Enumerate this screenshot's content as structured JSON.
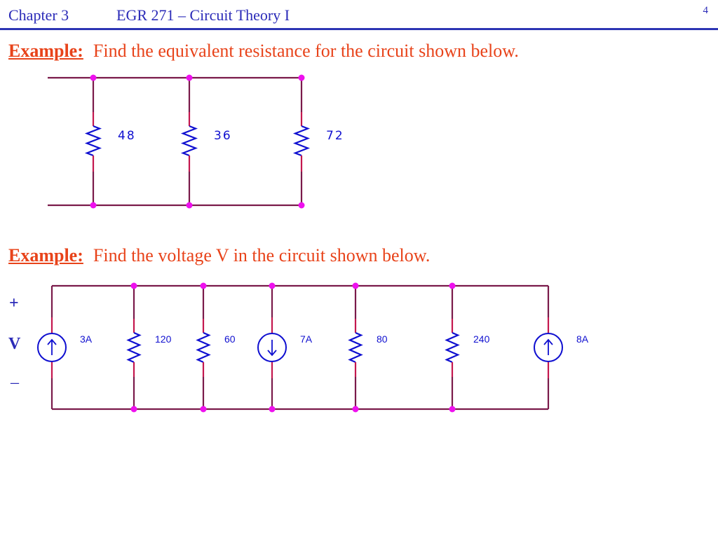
{
  "header": {
    "chapter": "Chapter 3",
    "course": "EGR 271 – Circuit Theory I",
    "page_number": "4"
  },
  "example1": {
    "label": "Example:",
    "text": "Find the equivalent resistance for the circuit shown below.",
    "resistors": [
      "48",
      "36",
      "72"
    ]
  },
  "example2": {
    "label": "Example:",
    "text": "Find the voltage V in the circuit shown below.",
    "voltage": {
      "plus": "+",
      "name": "V",
      "minus": "–"
    },
    "elements": [
      {
        "kind": "current-source",
        "direction": "up",
        "value": "3A"
      },
      {
        "kind": "resistor",
        "value": "120"
      },
      {
        "kind": "resistor",
        "value": "60"
      },
      {
        "kind": "current-source",
        "direction": "down",
        "value": "7A"
      },
      {
        "kind": "resistor",
        "value": "80"
      },
      {
        "kind": "resistor",
        "value": "240"
      },
      {
        "kind": "current-source",
        "direction": "up",
        "value": "8A"
      }
    ]
  },
  "colors": {
    "title": "#2b2bb8",
    "example_text": "#e8431a",
    "wire": "#7a1a4a",
    "lead": "#c4174e",
    "resistor": "#1010d0",
    "node": "#ee10ee"
  }
}
